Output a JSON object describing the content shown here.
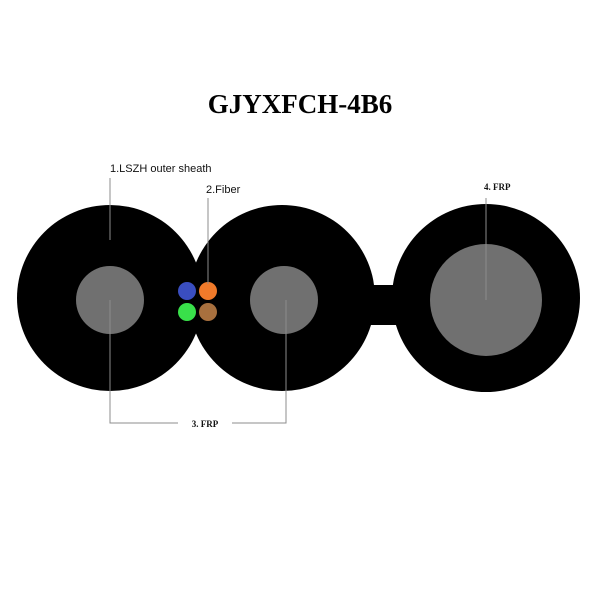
{
  "title": "GJYXFCH-4B6",
  "labels": {
    "sheath": "1.LSZH outer sheath",
    "fiber": "2.Fiber",
    "frp_left": "3. FRP",
    "frp_right": "4. FRP"
  },
  "colors": {
    "sheath": "#000000",
    "frp": "#707070",
    "fibers": [
      "#3a4ec0",
      "#f07a2a",
      "#39e04a",
      "#a8703e"
    ]
  }
}
